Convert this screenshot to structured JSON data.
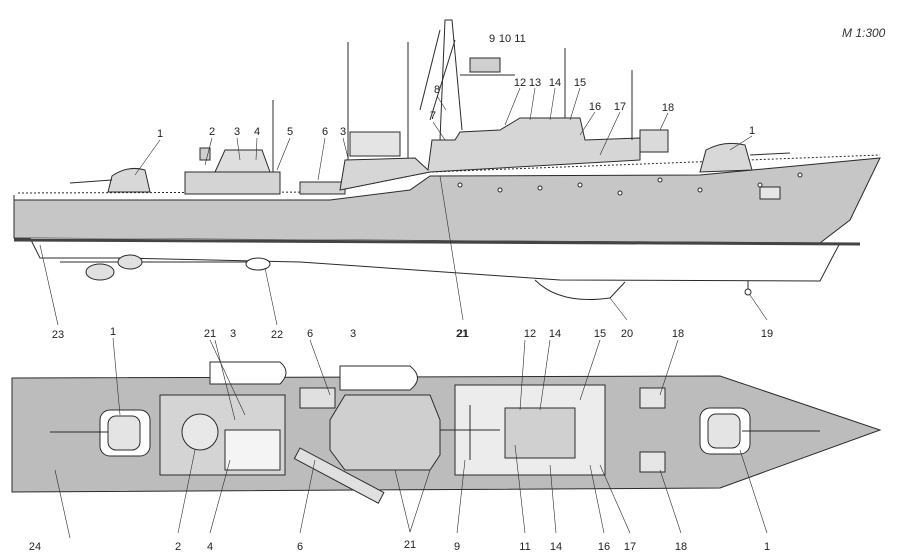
{
  "scale_label": "M 1:300",
  "side_callouts": [
    "1",
    "2",
    "3",
    "4",
    "5",
    "6",
    "3",
    "7",
    "8",
    "9",
    "10",
    "11",
    "12",
    "13",
    "14",
    "15",
    "16",
    "17",
    "18",
    "1",
    "23",
    "22",
    "21",
    "20",
    "19"
  ],
  "plan_callouts": [
    "1",
    "21",
    "3",
    "6",
    "3",
    "21",
    "12",
    "14",
    "15",
    "18",
    "24",
    "2",
    "4",
    "6",
    "21",
    "9",
    "11",
    "14",
    "16",
    "17",
    "18",
    "1"
  ],
  "colors": {
    "hull": "#c8c8c8",
    "deck": "#b9b9b9",
    "line": "#2b2b2b",
    "waterline": "#4a4a4a",
    "structure": "#d4d4d4"
  }
}
